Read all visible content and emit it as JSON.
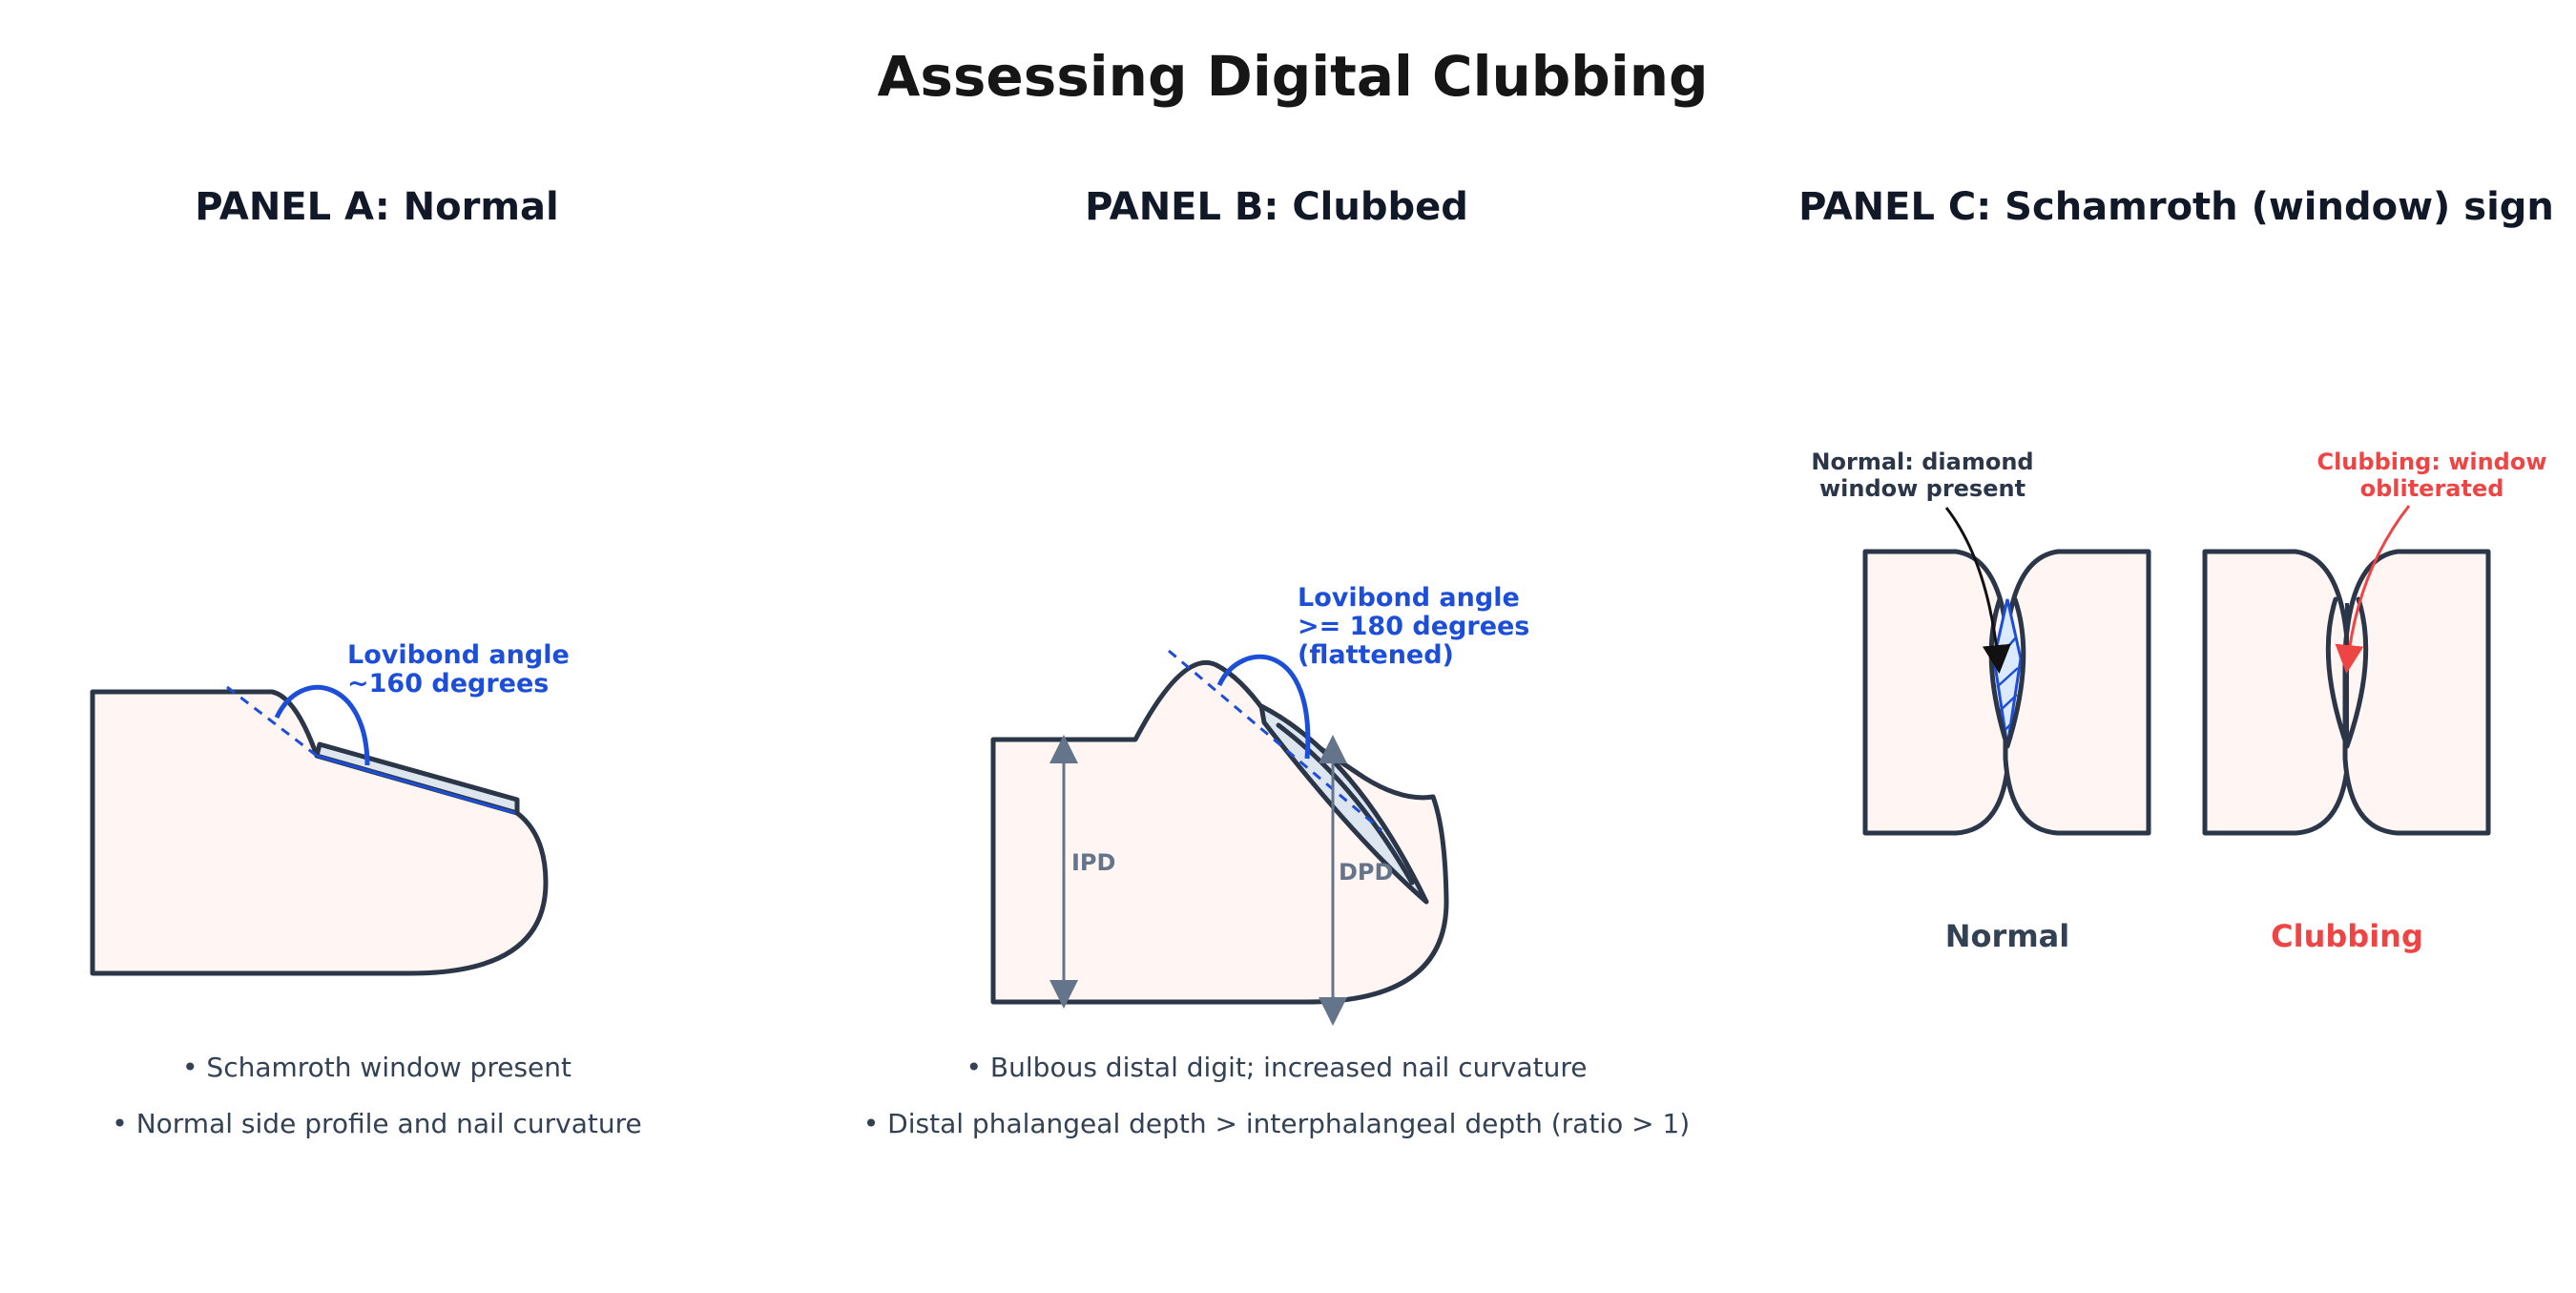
{
  "title": "Assessing Digital Clubbing",
  "panel_a": {
    "title": "PANEL A: Normal",
    "angle_label_1": "Lovibond angle",
    "angle_label_2": "~160 degrees",
    "bullets": [
      "• Schamroth window present",
      "• Normal side profile and nail curvature"
    ]
  },
  "panel_b": {
    "title": "PANEL B: Clubbed",
    "angle_label_1": "Lovibond angle",
    "angle_label_2": ">= 180 degrees",
    "angle_label_3": "(flattened)",
    "ipd_label": "IPD",
    "dpd_label": "DPD",
    "bullets": [
      "• Bulbous distal digit; increased nail curvature",
      "• Distal phalangeal depth > interphalangeal depth (ratio > 1)"
    ]
  },
  "panel_c": {
    "title": "PANEL C: Schamroth (window) sign",
    "normal_note_1": "Normal: diamond",
    "normal_note_2": "window present",
    "club_note_1": "Clubbing: window",
    "club_note_2": "obliterated",
    "normal_label": "Normal",
    "club_label": "Clubbing"
  },
  "colors": {
    "accent_blue": "#1d4ed8",
    "alert_red": "#ef4444",
    "outline": "#2b3648",
    "skin": "#fff5f2"
  }
}
